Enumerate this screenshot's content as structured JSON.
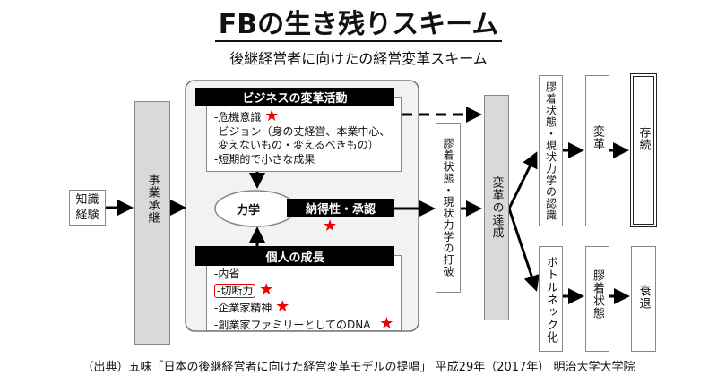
{
  "title": "FBの生き残りスキーム",
  "subtitle": "後継経営者に向けたの経営変革スキーム",
  "knowledge": "知識経験",
  "succession": "事業承継",
  "business_change": {
    "header": "ビジネスの変革活動",
    "items": [
      "-危機意識",
      "-ビジョン（身の丈経営、本業中心、",
      "変えないもの・変えるべきもの）",
      "-短期的で小さな成果"
    ]
  },
  "dynamics": "力学",
  "consent": "納得性・承認",
  "personal_growth": {
    "header": "個人の成長",
    "items": [
      "-内省",
      "-切断力",
      "-企業家精神",
      "-創業家ファミリーとしてのDNA"
    ]
  },
  "breakthrough": "膠着状態・現状力学の打破",
  "achievement": "変革の達成",
  "upper_path": [
    "膠着状態・現状力学の認識",
    "変革",
    "存続"
  ],
  "lower_path": [
    "ボトルネック化",
    "膠着状態",
    "衰退"
  ],
  "star_symbol": "★",
  "citation": "（出典）五味「日本の後継経営者に向けた経営変革モデルの提唱」 平成29年（2017年） 明治大学大学院",
  "colors": {
    "star": "#f00000",
    "gray_box": "#d9d9d9",
    "header_bar": "#000000"
  }
}
